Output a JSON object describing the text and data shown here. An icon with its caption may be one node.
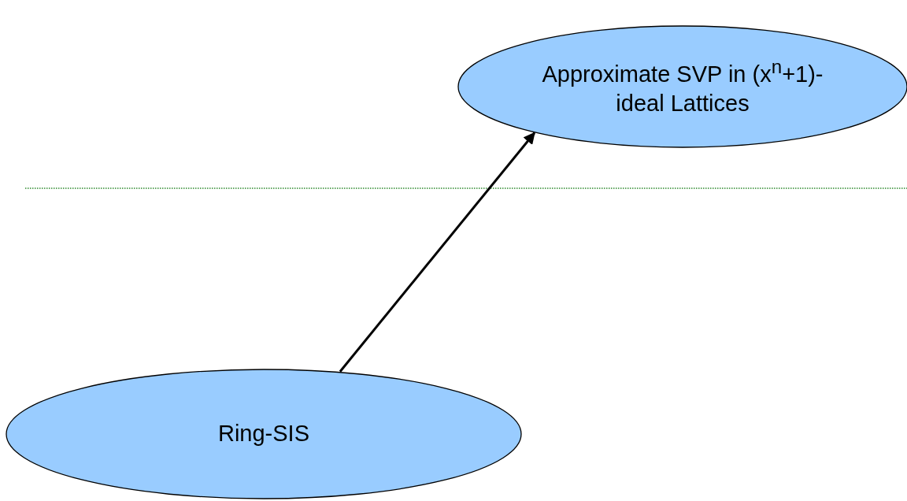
{
  "diagram": {
    "nodes": [
      {
        "text": [
          "Approximate SVP in (x$^{n}$+1)-ideal Lattices"
        ]
      },
      {
        "text": [
          "Ring-SIS"
        ]
      }
    ],
    "edges": [
      {
        "from": 1,
        "to": 0,
        "arrow": "to"
      }
    ]
  }
}
